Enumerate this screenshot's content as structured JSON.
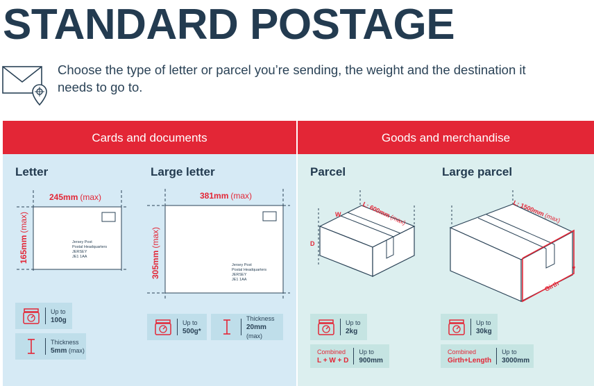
{
  "title": "STANDARD POSTAGE",
  "intro": "Choose the type of letter or parcel you’re sending, the weight and the destination it needs to go to.",
  "sections": {
    "left_header": "Cards and documents",
    "right_header": "Goods and merchandise"
  },
  "letter": {
    "title": "Letter",
    "width_value": "245mm",
    "height_value": "165mm",
    "max": "(max)",
    "address": [
      "Jersey Post",
      "Postal Headquarters",
      "JERSEY",
      "JE1 1AA"
    ],
    "weight_label": "Up to",
    "weight_value": "100g",
    "thickness_label": "Thickness",
    "thickness_value": "5mm",
    "thickness_max": "(max)"
  },
  "large_letter": {
    "title": "Large letter",
    "width_value": "381mm",
    "height_value": "305mm",
    "max": "(max)",
    "address": [
      "Jersey Post",
      "Postal Headquarters",
      "JERSEY",
      "JE1 1AA"
    ],
    "weight_label": "Up to",
    "weight_value": "500g*",
    "thickness_label": "Thickness",
    "thickness_value": "20mm",
    "thickness_max": "(max)"
  },
  "parcel": {
    "title": "Parcel",
    "length_label": "L: 600mm",
    "max": "(max)",
    "w_label": "W",
    "d_label": "D",
    "weight_label": "Up to",
    "weight_value": "2kg",
    "combined_label": "Combined",
    "combined_formula": "L + W + D",
    "combined_up_to": "Up to",
    "combined_value": "900mm"
  },
  "large_parcel": {
    "title": "Large parcel",
    "length_label": "L: 1500mm",
    "max": "(max)",
    "girth_label": "Girth",
    "weight_label": "Up to",
    "weight_value": "30kg",
    "combined_label": "Combined",
    "combined_formula": "Girth+Length",
    "combined_up_to": "Up to",
    "combined_value": "3000mm"
  },
  "colors": {
    "accent_red": "#e32636",
    "navy": "#233b50",
    "panel_blue": "#d6eaf5",
    "panel_teal": "#dcefef"
  }
}
